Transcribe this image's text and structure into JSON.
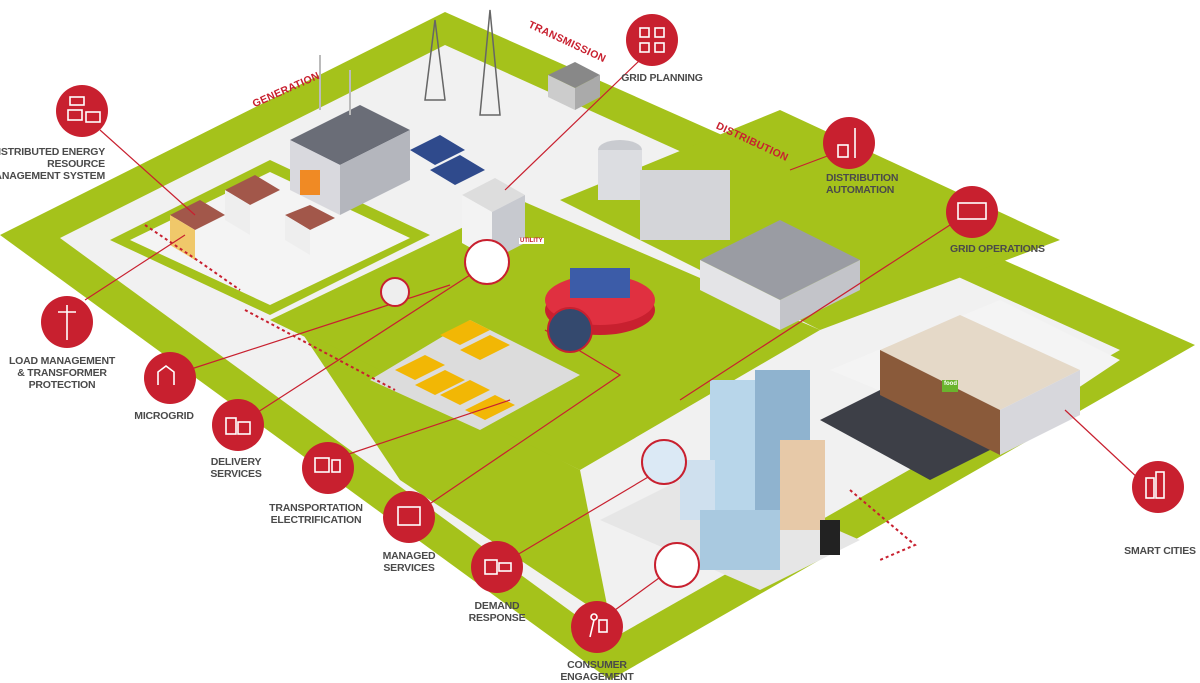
{
  "colors": {
    "grass": "#a5c21b",
    "road": "#f4f4f4",
    "accent": "#c8202f",
    "label": "#4a4a4a"
  },
  "sections": {
    "generation": "GENERATION",
    "transmission": "TRANSMISSION",
    "distribution": "DISTRIBUTION"
  },
  "signs": {
    "utility": "UTILITY",
    "food": "food"
  },
  "solutions": [
    {
      "id": "grid-planning",
      "icon": "checklist-icon",
      "lines": [
        "GRID PLANNING"
      ]
    },
    {
      "id": "distribution-automation",
      "icon": "substation-icon",
      "lines": [
        "DISTRIBUTION",
        "AUTOMATION"
      ]
    },
    {
      "id": "grid-operations",
      "icon": "control-room-icon",
      "lines": [
        "GRID OPERATIONS"
      ]
    },
    {
      "id": "smart-cities",
      "icon": "city-buildings-icon",
      "lines": [
        "SMART CITIES"
      ]
    },
    {
      "id": "derms",
      "icon": "solar-battery-ev-icon",
      "lines": [
        "DISTRIBUTED ENERGY",
        "RESOURCE",
        "MANAGEMENT SYSTEM"
      ]
    },
    {
      "id": "load-management",
      "icon": "power-pole-icon",
      "lines": [
        "LOAD MANAGEMENT",
        "& TRANSFORMER",
        "PROTECTION"
      ]
    },
    {
      "id": "microgrid",
      "icon": "house-battery-icon",
      "lines": [
        "MICROGRID"
      ]
    },
    {
      "id": "delivery-services",
      "icon": "buildings-icon",
      "lines": [
        "DELIVERY",
        "SERVICES"
      ]
    },
    {
      "id": "transportation-electrification",
      "icon": "ev-charger-icon",
      "lines": [
        "TRANSPORTATION",
        "ELECTRIFICATION"
      ]
    },
    {
      "id": "managed-services",
      "icon": "person-screen-icon",
      "lines": [
        "MANAGED",
        "SERVICES"
      ]
    },
    {
      "id": "demand-response",
      "icon": "meter-icon",
      "lines": [
        "DEMAND",
        "RESPONSE"
      ]
    },
    {
      "id": "consumer-engagement",
      "icon": "person-phone-icon",
      "lines": [
        "CONSUMER",
        "ENGAGEMENT"
      ]
    }
  ]
}
